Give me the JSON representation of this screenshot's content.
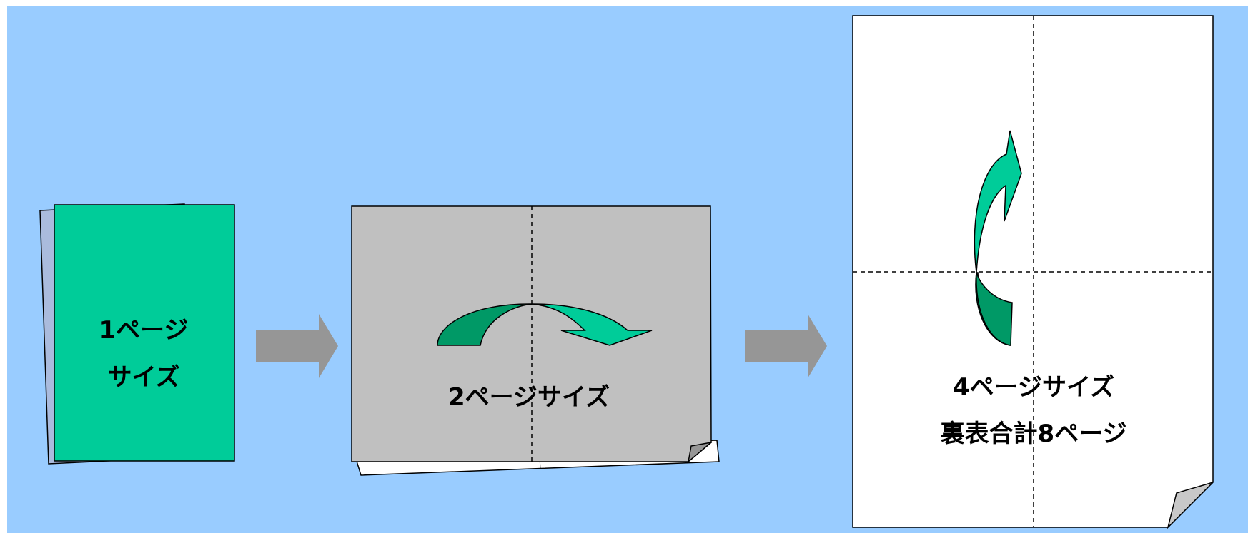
{
  "colors": {
    "background": "#99ccff",
    "green_page": "#00cc99",
    "green_dark": "#009966",
    "gray_page": "#c0c0c0",
    "arrow_gray": "#969696",
    "page_white": "#ffffff"
  },
  "panel1": {
    "line1": "1ページ",
    "line2": "サイズ"
  },
  "panel2": {
    "label": "2ページサイズ"
  },
  "panel3": {
    "line1": "4ページサイズ",
    "line2": "裏表合計8ページ"
  }
}
